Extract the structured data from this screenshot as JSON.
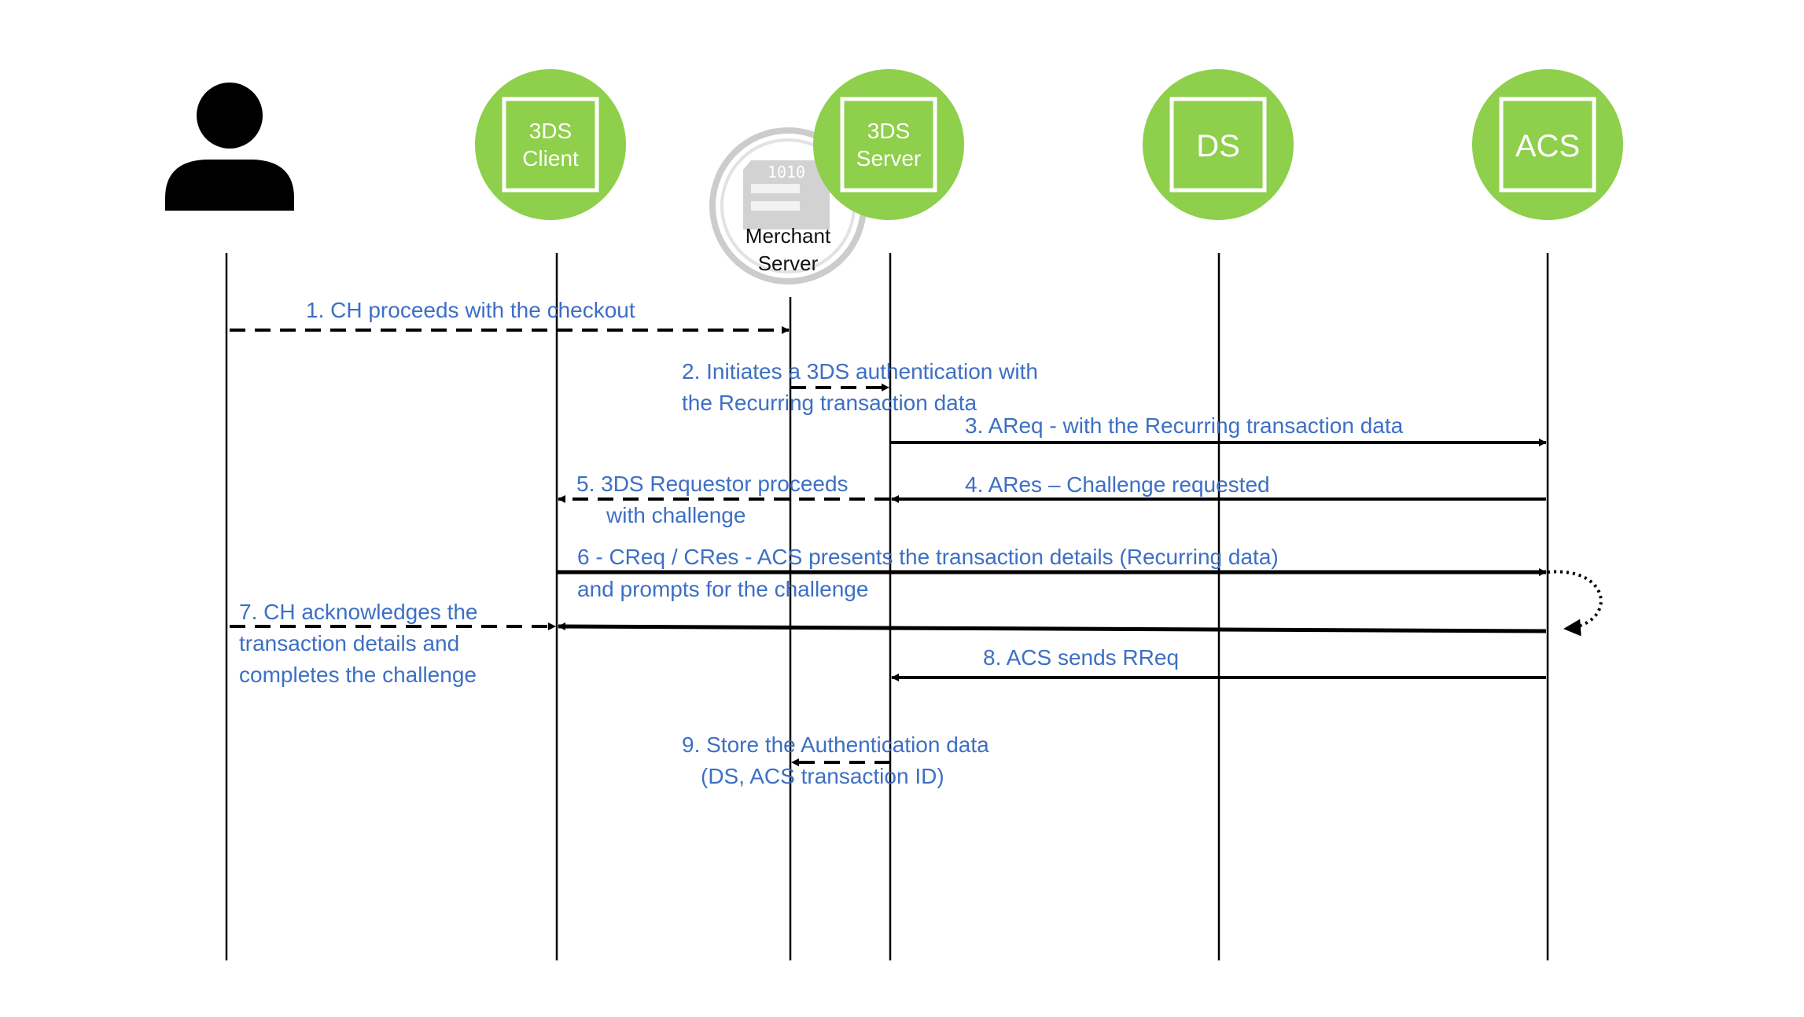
{
  "colors": {
    "node_fill": "#8ecf4b",
    "node_box_border": "#ffffff",
    "message_text": "#3d6fc4",
    "line": "#000000",
    "merchant_icon": "#c9c9c9"
  },
  "participants": {
    "cardholder": {
      "icon": "person-icon"
    },
    "client": {
      "line1": "3DS",
      "line2": "Client"
    },
    "merchant": {
      "icon": "server-icon",
      "icon_text": "1010",
      "line1": "Merchant",
      "line2": "Server"
    },
    "server": {
      "line1": "3DS",
      "line2": "Server"
    },
    "ds": {
      "label": "DS"
    },
    "acs": {
      "label": "ACS"
    }
  },
  "messages": {
    "m1": {
      "text": "1. CH proceeds with the checkout"
    },
    "m2": {
      "line1": "2. Initiates a 3DS authentication with",
      "line2": "the Recurring transaction data"
    },
    "m3": {
      "text": "3. AReq - with the Recurring transaction data"
    },
    "m4": {
      "text": "4. ARes – Challenge requested"
    },
    "m5": {
      "line1": "5. 3DS Requestor proceeds",
      "line2": "with challenge"
    },
    "m6": {
      "line1": "6 - CReq / CRes  - ACS presents the transaction details (Recurring data)",
      "line2": "and prompts for the challenge"
    },
    "m7": {
      "line1": "7. CH acknowledges the",
      "line2": "transaction details and",
      "line3": "completes the challenge"
    },
    "m8": {
      "text": "8. ACS sends RReq"
    },
    "m9": {
      "line1": "9. Store the Authentication data",
      "line2": "(DS, ACS transaction ID)"
    }
  }
}
